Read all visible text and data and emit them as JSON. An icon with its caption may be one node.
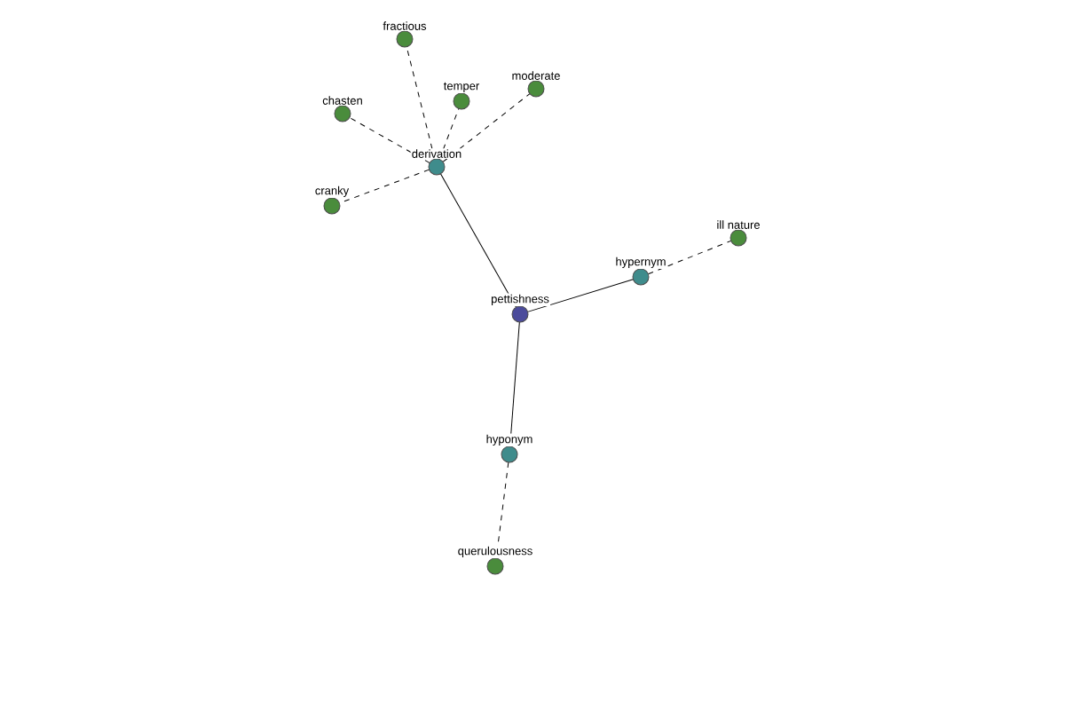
{
  "diagram": {
    "nodes": [
      {
        "text": [
          "fractious"
        ]
      },
      {
        "text": [
          "chasten"
        ]
      },
      {
        "text": [
          "temper"
        ]
      },
      {
        "text": [
          "moderate"
        ]
      },
      {
        "text": [
          "derivation"
        ]
      },
      {
        "text": [
          "cranky"
        ]
      },
      {
        "text": [
          "ill nature"
        ]
      },
      {
        "text": [
          "hypernym"
        ]
      },
      {
        "text": [
          "pettishness"
        ]
      },
      {
        "text": [
          "hyponym"
        ]
      },
      {
        "text": [
          "querulousness"
        ]
      }
    ],
    "edges": [
      {
        "from": 8,
        "to": 4,
        "arrow": "none"
      },
      {
        "from": 8,
        "to": 7,
        "arrow": "none"
      },
      {
        "from": 8,
        "to": 9,
        "arrow": "none"
      },
      {
        "from": 4,
        "to": 0,
        "arrow": "none",
        "style": "dashed"
      },
      {
        "from": 4,
        "to": 1,
        "arrow": "none",
        "style": "dashed"
      },
      {
        "from": 4,
        "to": 2,
        "arrow": "none",
        "style": "dashed"
      },
      {
        "from": 4,
        "to": 3,
        "arrow": "none",
        "style": "dashed"
      },
      {
        "from": 4,
        "to": 5,
        "arrow": "none",
        "style": "dashed"
      },
      {
        "from": 7,
        "to": 6,
        "arrow": "none",
        "style": "dashed"
      },
      {
        "from": 9,
        "to": 10,
        "arrow": "none",
        "style": "dashed"
      }
    ]
  }
}
